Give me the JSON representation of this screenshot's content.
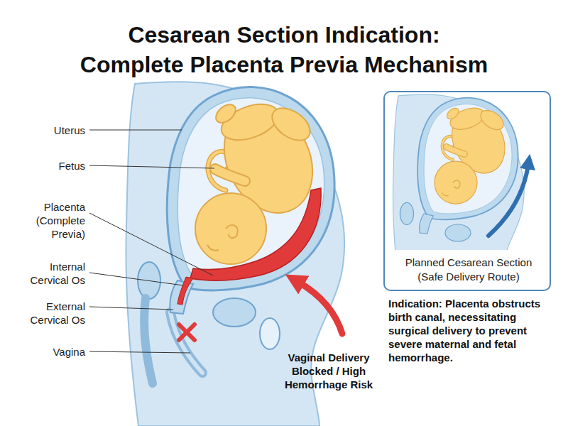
{
  "diagram": {
    "title": "Cesarean Section Indication: Complete Placenta Previa Mechanism",
    "nodes": [
      {
        "text": [
          "Planned Cesarean Section (Safe Delivery Route)"
        ]
      }
    ],
    "labels": [
      "Uterus",
      "Fetus",
      "Placenta (Complete Previa)",
      "Internal Cervical Os",
      "External Cervical Os",
      "Vagina",
      "Vaginal Delivery Blocked / High Hemorrhage Risk",
      "Indication: Placenta obstructs birth canal, necessitating surgical delivery to prevent severe maternal and fetal hemorrhage."
    ]
  }
}
